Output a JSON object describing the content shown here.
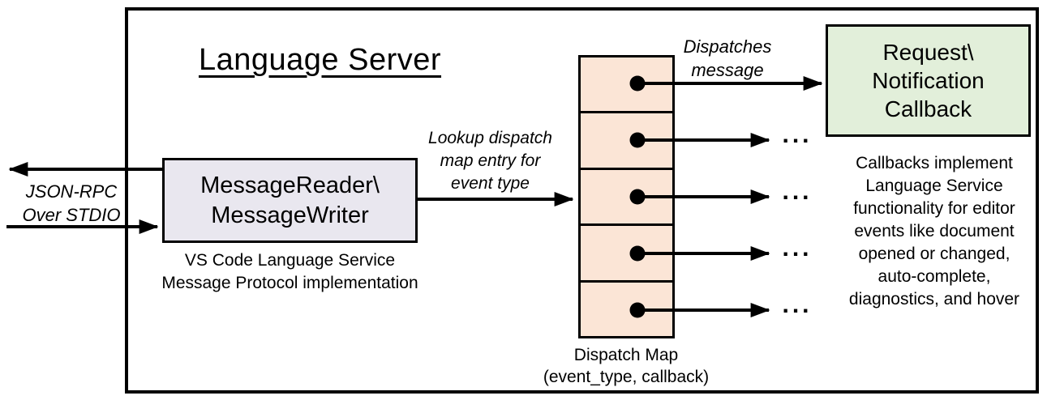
{
  "colors": {
    "peach": "#FBE5D6",
    "green": "#E2EFDA",
    "lavender": "#E9E7EF",
    "line": "#000000",
    "background": "#FFFFFF"
  },
  "diagram": {
    "title": "Language Server",
    "io_label": "JSON-RPC\nOver STDIO",
    "reader_box": "MessageReader\\\nMessageWriter",
    "reader_caption": "VS Code Language Service\nMessage Protocol implementation",
    "lookup_label": "Lookup dispatch\nmap entry for\nevent type",
    "dispatch_label": "Dispatches\nmessage",
    "callback_box": "Request\\\nNotification\nCallback",
    "callback_caption": "Callbacks implement\nLanguage Service\nfunctionality for editor\nevents like document\nopened or changed,\nauto-complete,\ndiagnostics, and hover",
    "map_label": "Dispatch Map\n(event_type, callback)",
    "ellipsis": "..."
  }
}
